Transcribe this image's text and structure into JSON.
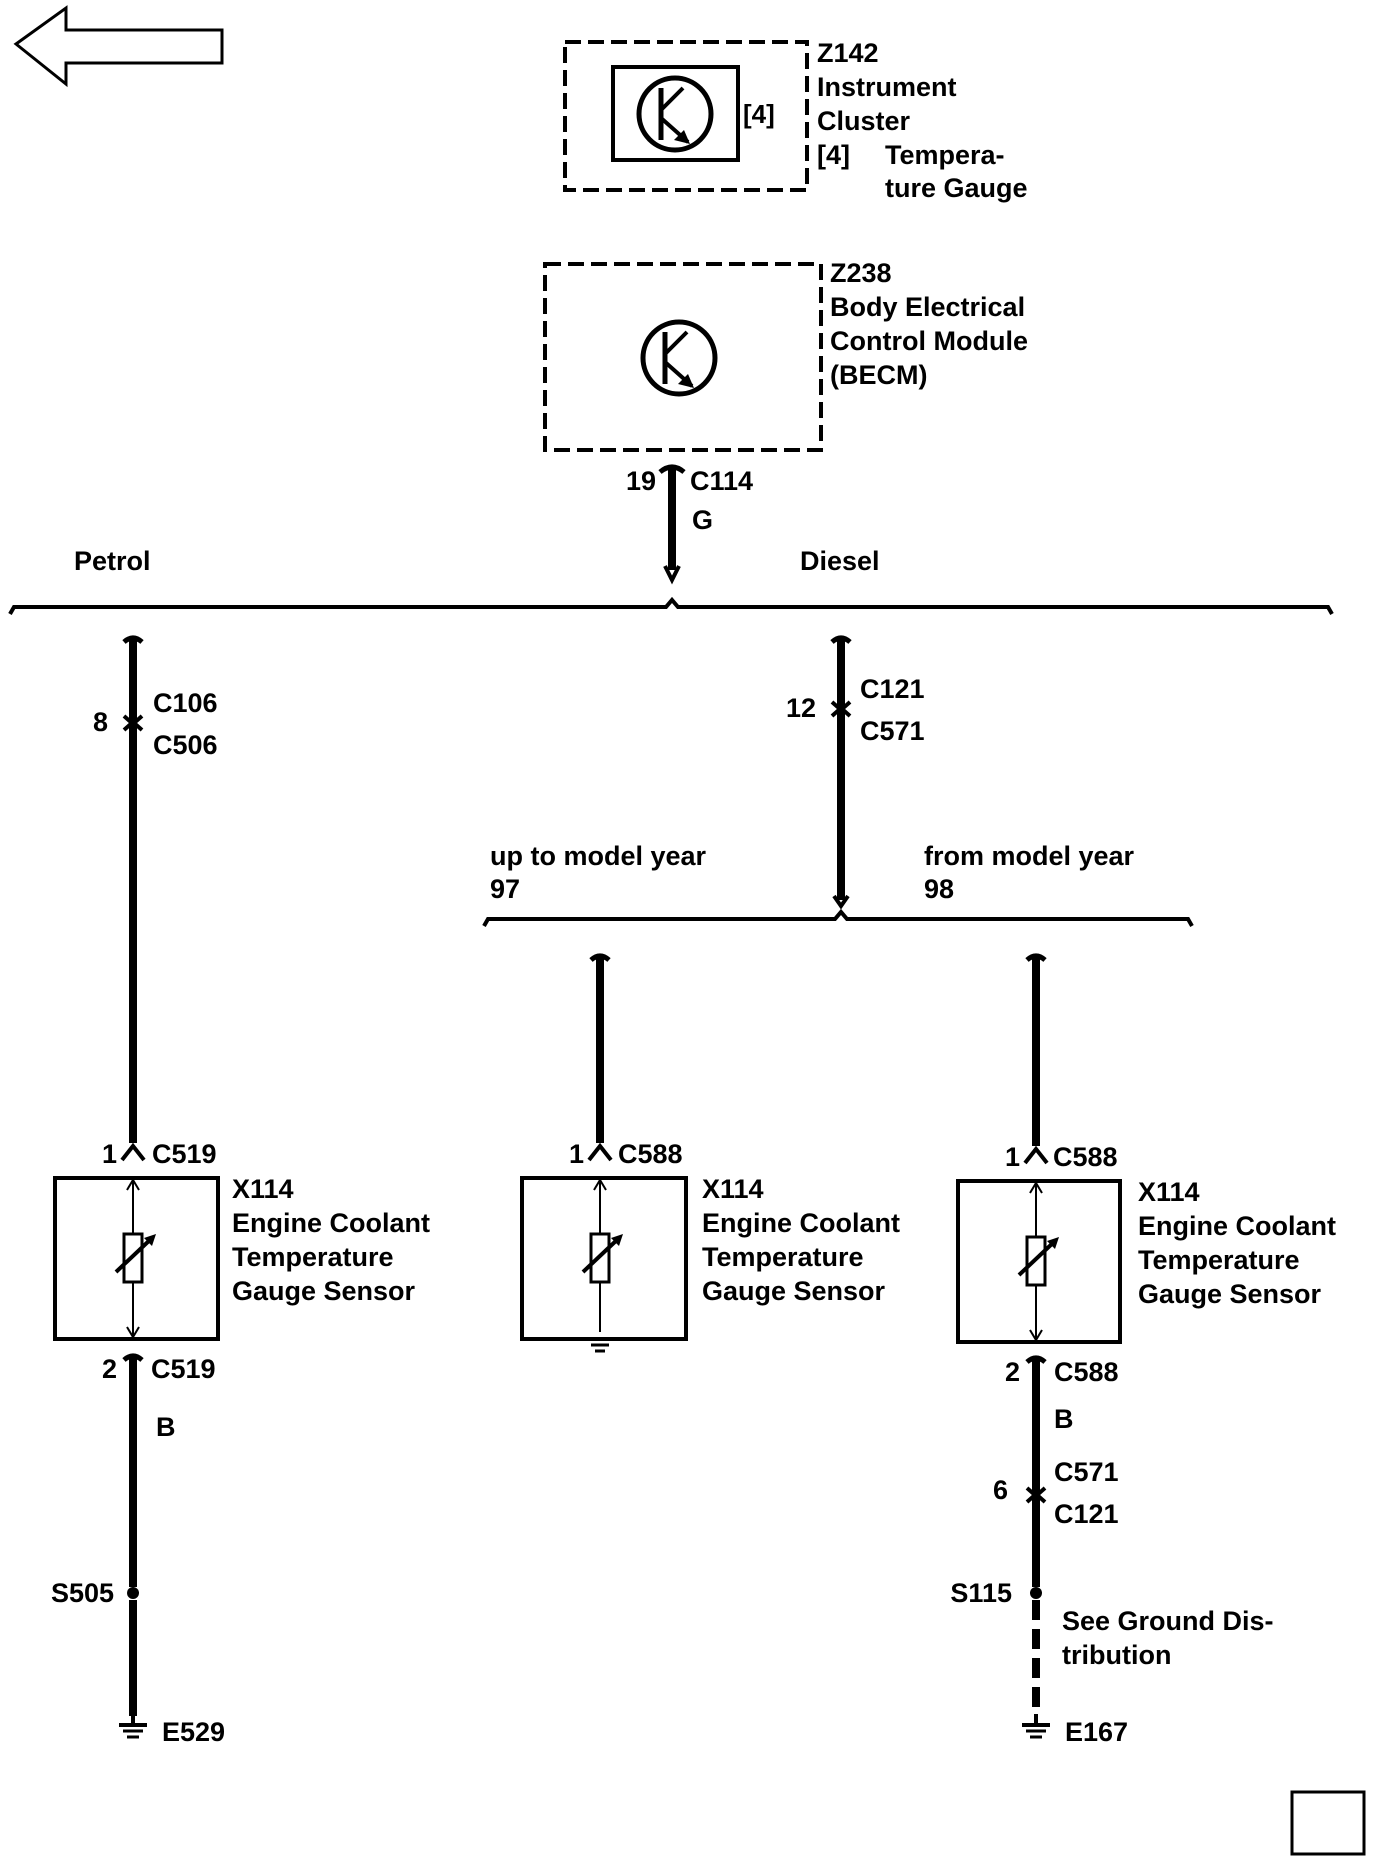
{
  "modules": {
    "z142": {
      "id": "Z142",
      "name_line1": "Instrument",
      "name_line2": "Cluster",
      "pin_ref": "[4]",
      "legend_ref": "[4]",
      "legend_line1": "Tempera-",
      "legend_line2": "ture Gauge"
    },
    "z238": {
      "id": "Z238",
      "name_line1": "Body Electrical",
      "name_line2": "Control Module",
      "name_line3": "(BECM)"
    }
  },
  "becm_connector": {
    "pin": "19",
    "id": "C114",
    "wire_color": "G"
  },
  "branches": {
    "petrol": "Petrol",
    "diesel": "Diesel",
    "up_to_line1": "up to model year",
    "up_to_line2": "97",
    "from_line1": "from model year",
    "from_line2": "98"
  },
  "petrol_circuit": {
    "inline_pin": "8",
    "inline_conn_a": "C106",
    "inline_conn_b": "C506",
    "sensor_pin_top": "1",
    "sensor_conn_top": "C519",
    "sensor_id": "X114",
    "sensor_line1": "Engine Coolant",
    "sensor_line2": "Temperature",
    "sensor_line3": "Gauge Sensor",
    "sensor_pin_bottom": "2",
    "sensor_conn_bottom": "C519",
    "wire_color": "B",
    "splice": "S505",
    "ground": "E529"
  },
  "diesel_circuit": {
    "inline_pin": "12",
    "inline_conn_a": "C121",
    "inline_conn_b": "C571"
  },
  "diesel_97": {
    "sensor_pin_top": "1",
    "sensor_conn_top": "C588",
    "sensor_id": "X114",
    "sensor_line1": "Engine Coolant",
    "sensor_line2": "Temperature",
    "sensor_line3": "Gauge Sensor"
  },
  "diesel_98": {
    "sensor_pin_top": "1",
    "sensor_conn_top": "C588",
    "sensor_id": "X114",
    "sensor_line1": "Engine Coolant",
    "sensor_line2": "Temperature",
    "sensor_line3": "Gauge Sensor",
    "sensor_pin_bottom": "2",
    "sensor_conn_bottom": "C588",
    "wire_color": "B",
    "inline_pin": "6",
    "inline_conn_a": "C571",
    "inline_conn_b": "C121",
    "splice": "S115",
    "note_line1": "See Ground Dis-",
    "note_line2": "tribution",
    "ground": "E167"
  },
  "icons": [
    "back-arrow-icon",
    "transistor-icon",
    "thermistor-icon",
    "ground-icon",
    "page-box-icon"
  ]
}
